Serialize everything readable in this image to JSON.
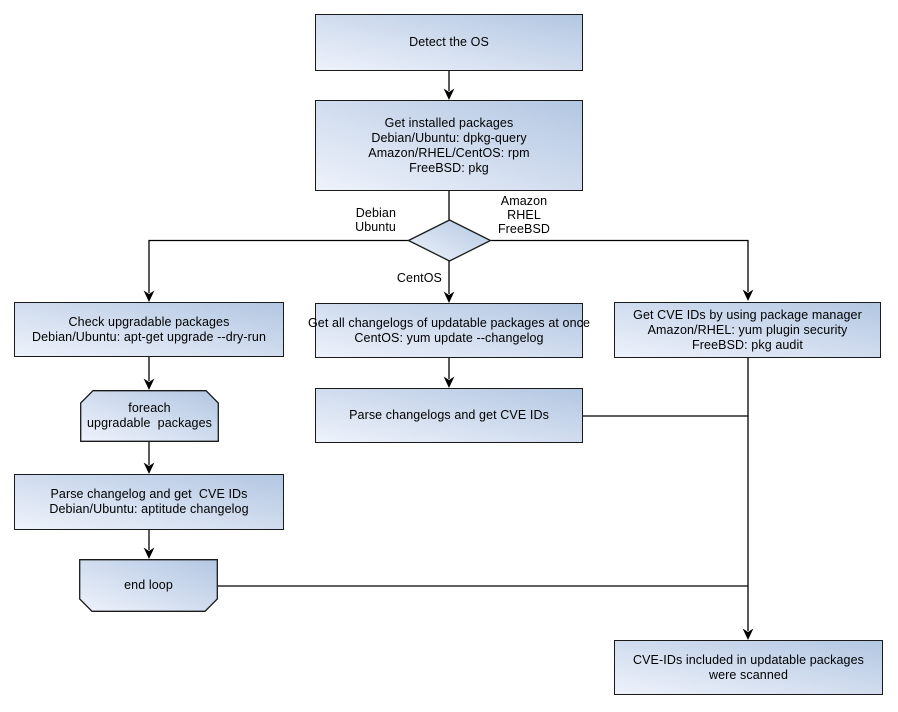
{
  "colors": {
    "background": "#ffffff",
    "node_fill_light": "#eef2fb",
    "node_fill_dark": "#b3c7e2",
    "node_border": "#1a1a1a",
    "connector": "#000000",
    "text": "#000000"
  },
  "nodes": {
    "detect_os": {
      "lines": [
        "Detect the OS"
      ]
    },
    "get_installed_packages": {
      "lines": [
        "Get installed packages",
        "Debian/Ubuntu: dpkg-query",
        "Amazon/RHEL/CentOS: rpm",
        "FreeBSD: pkg"
      ]
    },
    "check_upgradable_packages": {
      "lines": [
        "Check upgradable packages",
        "Debian/Ubuntu: apt-get upgrade --dry-run"
      ]
    },
    "foreach_loop": {
      "lines": [
        "foreach",
        "upgradable  packages"
      ]
    },
    "parse_changelog": {
      "lines": [
        "Parse changelog and get  CVE IDs",
        "Debian/Ubuntu: aptitude changelog"
      ]
    },
    "end_loop": {
      "lines": [
        "end loop"
      ]
    },
    "get_all_changelogs": {
      "lines": [
        "Get all changelogs of updatable packages at once",
        "CentOS: yum update --changelog"
      ]
    },
    "parse_changelogs": {
      "lines": [
        "Parse changelogs and get CVE IDs"
      ]
    },
    "get_cve_ids_pkg_manager": {
      "lines": [
        "Get CVE IDs by using package manager",
        "Amazon/RHEL: yum plugin security",
        "FreeBSD: pkg audit"
      ]
    },
    "scan_result": {
      "lines": [
        "CVE-IDs included in updatable packages",
        "were scanned"
      ]
    }
  },
  "edge_labels": {
    "debian_ubuntu": {
      "lines": [
        "Debian",
        "Ubuntu"
      ]
    },
    "amazon_rhel_freebsd": {
      "lines": [
        "Amazon",
        "RHEL",
        "FreeBSD"
      ]
    },
    "centos": {
      "lines": [
        "CentOS"
      ]
    }
  }
}
